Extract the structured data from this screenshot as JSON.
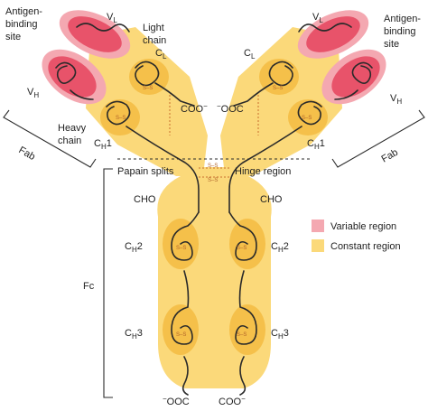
{
  "colors": {
    "constant": "#fbd97a",
    "constant_dark": "#f5c04a",
    "variable": "#e8536a",
    "variable_light": "#f4a8b1",
    "chain": "#2a2a2a",
    "disulfide": "#c8702e"
  },
  "labels": {
    "antigen_left": [
      "Antigen-",
      "binding",
      "site"
    ],
    "antigen_right": [
      "Antigen-",
      "binding",
      "site"
    ],
    "vl_left": {
      "main": "V",
      "sub": "L"
    },
    "vl_right": {
      "main": "V",
      "sub": "L"
    },
    "vh_left": {
      "main": "V",
      "sub": "H"
    },
    "vh_right": {
      "main": "V",
      "sub": "H"
    },
    "light_chain": [
      "Light",
      "chain"
    ],
    "cl_left": {
      "main": "C",
      "sub": "L"
    },
    "cl_right": {
      "main": "C",
      "sub": "L"
    },
    "heavy_chain": [
      "Heavy",
      "chain"
    ],
    "ch1_left": {
      "main": "C",
      "sub": "H",
      "suffix": "1"
    },
    "ch1_right": {
      "main": "C",
      "sub": "H",
      "suffix": "1"
    },
    "ch2_left": {
      "main": "C",
      "sub": "H",
      "suffix": "2"
    },
    "ch2_right": {
      "main": "C",
      "sub": "H",
      "suffix": "2"
    },
    "ch3_left": {
      "main": "C",
      "sub": "H",
      "suffix": "3"
    },
    "ch3_right": {
      "main": "C",
      "sub": "H",
      "suffix": "3"
    },
    "coo_left": "COO",
    "ooc_right": "OOC",
    "coo_bottom_right": "COO",
    "ooc_bottom_left": "OOC",
    "charge": "−",
    "fab_left": "Fab",
    "fab_right": "Fab",
    "fc": "Fc",
    "papain": "Papain splits",
    "hinge": "Hinge region",
    "cho_left": "CHO",
    "cho_right": "CHO",
    "ss": "S–S"
  },
  "legend": {
    "items": [
      {
        "label": "Variable region",
        "color": "#f4a8b1"
      },
      {
        "label": "Constant region",
        "color": "#fbd97a"
      }
    ]
  }
}
